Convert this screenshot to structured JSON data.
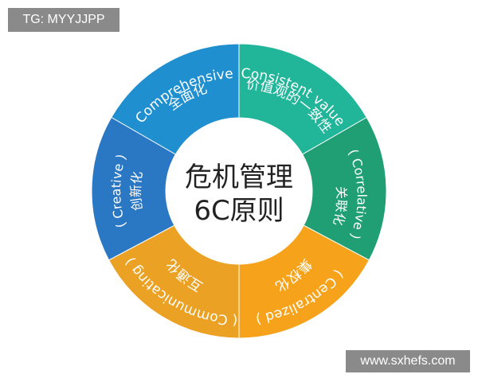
{
  "watermark": {
    "tag": "TG: MYYJJPP",
    "url": "www.sxhefs.com"
  },
  "center": {
    "line1": "危机管理",
    "line2": "6C原则"
  },
  "segments": [
    {
      "en": "( Comprehensive )",
      "zh": "全面化",
      "color": "#1f8fd0"
    },
    {
      "en": "( Consistent value )",
      "zh": "价值观的一致性",
      "color": "#21b59a"
    },
    {
      "en": "( Correlative )",
      "zh": "关联化",
      "color": "#1f9f73"
    },
    {
      "en": "( Centralized )",
      "zh": "集权化",
      "color": "#f6a31b"
    },
    {
      "en": "( Communicating )",
      "zh": "互通化",
      "color": "#eba224"
    },
    {
      "en": "( Creative )",
      "zh": "创新化",
      "color": "#2a78c4"
    }
  ]
}
